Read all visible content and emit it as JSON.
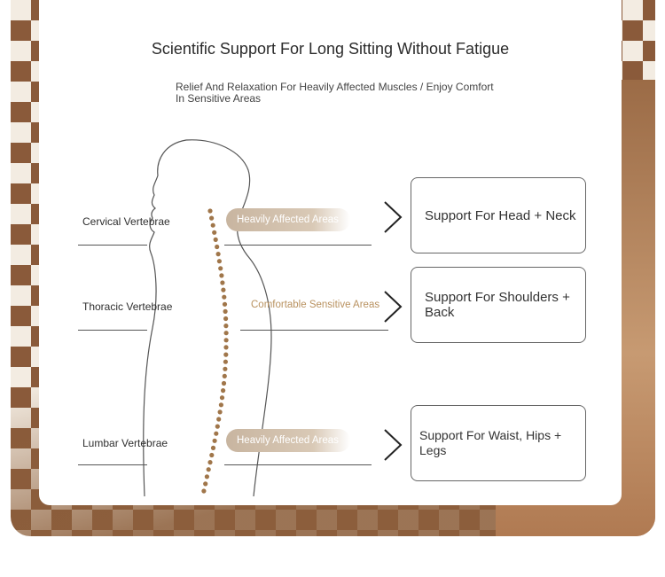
{
  "header": {
    "title": "Scientific Support For Long Sitting Without Fatigue",
    "subtitle": "Relief And Relaxation For Heavily Affected Muscles / Enjoy Comfort In Sensitive Areas"
  },
  "rows": [
    {
      "vertebrae": "Cervical Vertebrae",
      "area": "Heavily Affected Areas",
      "support": "Support For Head + Neck"
    },
    {
      "vertebrae": "Thoracic Vertebrae",
      "area": "Comfortable Sensitive Areas",
      "support": "Support For Shoulders + Back"
    },
    {
      "vertebrae": "Lumbar Vertebrae",
      "area": "Heavily Affected Areas",
      "support": "Support For Waist, Hips + Legs"
    }
  ],
  "colors": {
    "spine_dot": "#a0764a",
    "pill": "#cdbba6",
    "sensitive_text": "#b99260",
    "card": "#ffffff"
  },
  "icons": {
    "arrow": "chevron-right-icon"
  }
}
